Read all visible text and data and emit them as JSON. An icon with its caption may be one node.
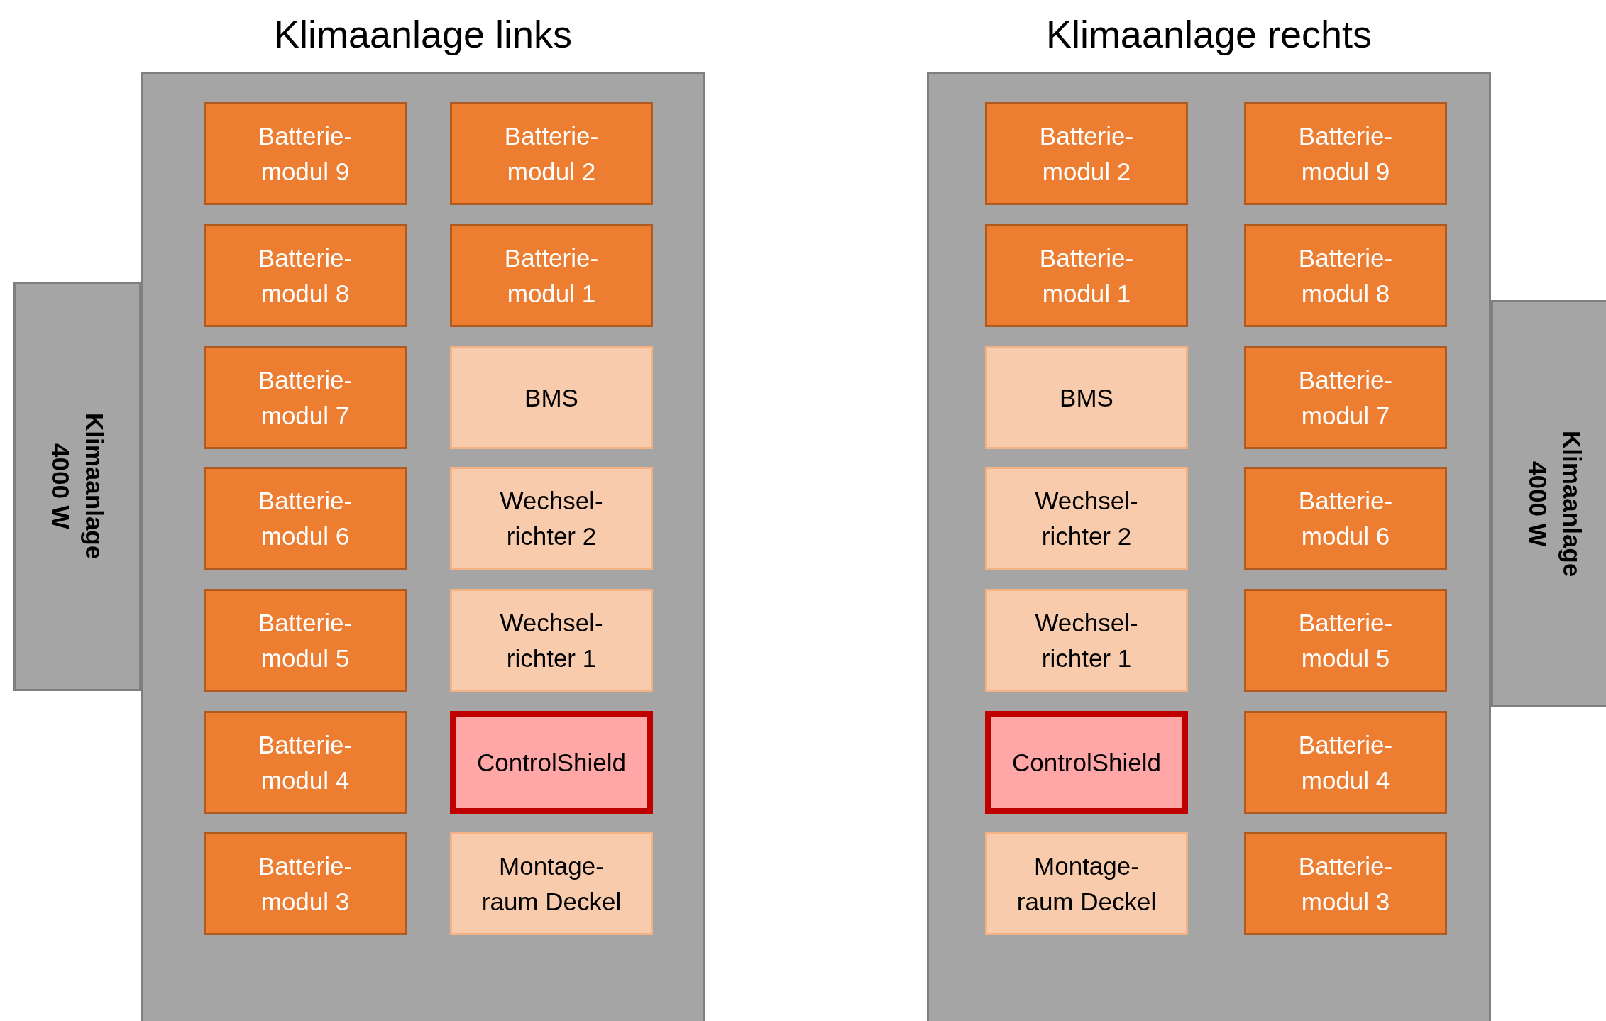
{
  "diagram": {
    "nodes": [
      {
        "text": [
          "Klimaanlage links"
        ]
      },
      {
        "text": [
          "Batterie- modul 9"
        ],
        "in": 0
      },
      {
        "text": [
          "Batterie- modul 2"
        ],
        "in": 0
      },
      {
        "text": [
          "Batterie- modul 8"
        ],
        "in": 0
      },
      {
        "text": [
          "Batterie- modul 1"
        ],
        "in": 0
      },
      {
        "text": [
          "Batterie- modul 7"
        ],
        "in": 0
      },
      {
        "text": [
          "BMS"
        ],
        "in": 0
      },
      {
        "text": [
          "Batterie- modul 6"
        ],
        "in": 0
      },
      {
        "text": [
          "Wechsel- richter 2"
        ],
        "in": 0
      },
      {
        "text": [
          "Batterie- modul 5"
        ],
        "in": 0
      },
      {
        "text": [
          "Wechsel- richter 1"
        ],
        "in": 0
      },
      {
        "text": [
          "Batterie- modul 4"
        ],
        "in": 0
      },
      {
        "text": [
          "ControlShield"
        ],
        "in": 0
      },
      {
        "text": [
          "Batterie- modul 3"
        ],
        "in": 0
      },
      {
        "text": [
          "Montage- raum Deckel"
        ],
        "in": 0
      },
      {
        "text": [
          "Klimaanlage 4000 W"
        ]
      },
      {
        "text": [
          "Klimaanlage rechts"
        ]
      },
      {
        "text": [
          "Batterie- modul 2"
        ],
        "in": 16
      },
      {
        "text": [
          "Batterie- modul 9"
        ],
        "in": 16
      },
      {
        "text": [
          "Batterie- modul 1"
        ],
        "in": 16
      },
      {
        "text": [
          "Batterie- modul 8"
        ],
        "in": 16
      },
      {
        "text": [
          "BMS"
        ],
        "in": 16
      },
      {
        "text": [
          "Batterie- modul 7"
        ],
        "in": 16
      },
      {
        "text": [
          "Wechsel- richter 2"
        ],
        "in": 16
      },
      {
        "text": [
          "Batterie- modul 6"
        ],
        "in": 16
      },
      {
        "text": [
          "Wechsel- richter 1"
        ],
        "in": 16
      },
      {
        "text": [
          "Batterie- modul 5"
        ],
        "in": 16
      },
      {
        "text": [
          "ControlShield"
        ],
        "in": 16
      },
      {
        "text": [
          "Batterie- modul 4"
        ],
        "in": 16
      },
      {
        "text": [
          "Montage- raum Deckel"
        ],
        "in": 16
      },
      {
        "text": [
          "Batterie- modul 3"
        ],
        "in": 16
      },
      {
        "text": [
          "Klimaanlage 4000 W"
        ]
      }
    ]
  }
}
